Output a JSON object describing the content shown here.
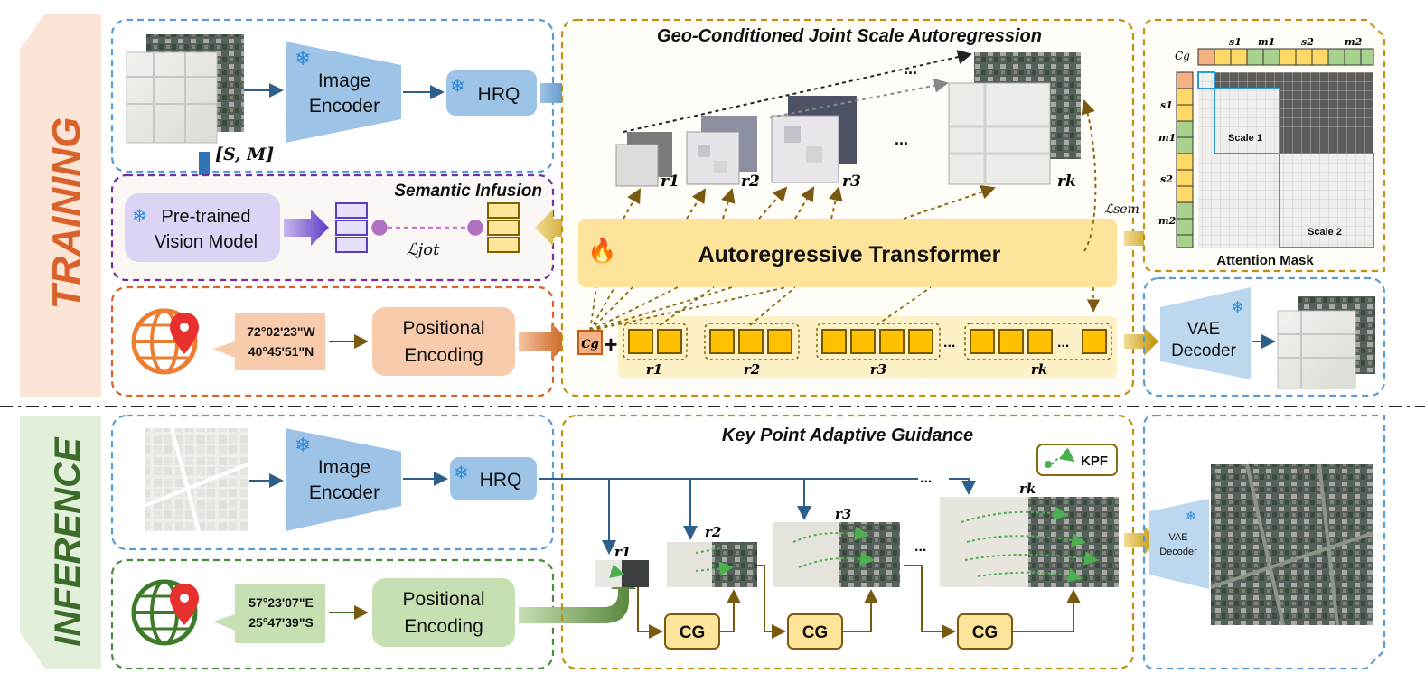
{
  "phases": {
    "training": "TRAINING",
    "inference": "INFERENCE"
  },
  "training": {
    "image_encoder": [
      "Image",
      "Encoder"
    ],
    "hrq": "HRQ",
    "sm_label": "[S, M]",
    "semantic_title": "Semantic Infusion",
    "vision_model": [
      "Pre-trained",
      "Vision Model"
    ],
    "jot_label": "ℒjot",
    "coords": [
      "72°02'23\"W",
      "40°45'51\"N"
    ],
    "positional_encoding": [
      "Positional",
      "Encoding"
    ],
    "center_title": "Geo-Conditioned Joint Scale Autoregression",
    "transformer": "Autoregressive Transformer",
    "cg_token": "Cg",
    "plus": "+",
    "scales": [
      "r1",
      "r2",
      "r3",
      "rk"
    ],
    "ellipsis": "...",
    "sem_label": "ℒsem",
    "vae_decoder": [
      "VAE",
      "Decoder"
    ]
  },
  "attention": {
    "cg": "Cg",
    "top_labels": [
      "s1",
      "m1",
      "s2",
      "m2"
    ],
    "side_labels": [
      "s1",
      "m1",
      "s2",
      "m2"
    ],
    "scale1": "Scale 1",
    "scale2": "Scale 2",
    "caption": "Attention Mask"
  },
  "inference": {
    "image_encoder": [
      "Image",
      "Encoder"
    ],
    "hrq": "HRQ",
    "coords": [
      "57°23'07\"E",
      "25°47'39\"S"
    ],
    "positional_encoding": [
      "Positional",
      "Encoding"
    ],
    "center_title": "Key Point Adaptive Guidance",
    "kpf": "KPF",
    "scales": [
      "r1",
      "r2",
      "r3",
      "rk"
    ],
    "cg": "CG",
    "ellipsis": "...",
    "vae_decoder": [
      "VAE",
      "Decoder"
    ]
  },
  "colors": {
    "blue_dash": "#5b9bd5",
    "gold_dash": "#c09010",
    "orange_dash": "#d9622b",
    "purple_dash": "#7030a0",
    "green_dash": "#4e8a3e",
    "token_fill": "#ffc000",
    "transformer_fill": "#fde49a",
    "encoder_fill": "#bdd7ee"
  }
}
